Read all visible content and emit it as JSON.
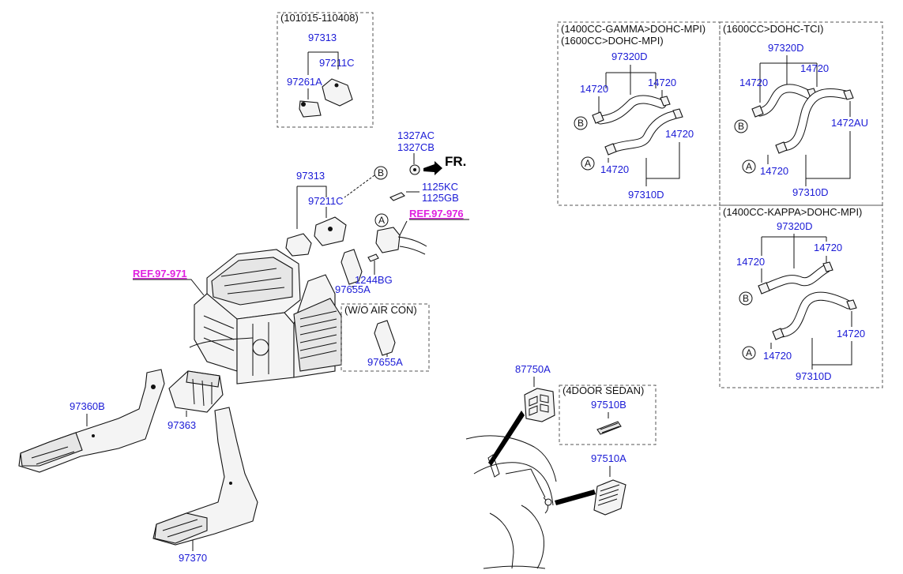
{
  "boxes": {
    "top_left_caption": "(101015-110408)",
    "gamma_caption_1": "(1400CC-GAMMA>DOHC-MPI)",
    "gamma_caption_2": "(1600CC>DOHC-MPI)",
    "tci_caption": "(1600CC>DOHC-TCI)",
    "kappa_caption": "(1400CC-KAPPA>DOHC-MPI)",
    "woac_caption": "(W/O AIR CON)",
    "sedan_caption": "(4DOOR SEDAN)"
  },
  "labels": {
    "p97313_top": "97313",
    "p97211C_top": "97211C",
    "p97261A": "97261A",
    "p1327AC": "1327AC",
    "p1327CB": "1327CB",
    "fr": "FR.",
    "p97313": "97313",
    "p97211C": "97211C",
    "p1125KC": "1125KC",
    "p1125GB": "1125GB",
    "ref976": "REF.97-976",
    "ref971": "REF.97-971",
    "p1244BG": "1244BG",
    "p97655A": "97655A",
    "p97655A_woac": "97655A",
    "p97360B": "97360B",
    "p97363": "97363",
    "p97370": "97370",
    "p87750A": "87750A",
    "p97510B": "97510B",
    "p97510A": "97510A",
    "g_97320D": "97320D",
    "g_14720_a": "14720",
    "g_14720_b": "14720",
    "g_14720_c": "14720",
    "g_14720_d": "14720",
    "g_97310D": "97310D",
    "t_97320D": "97320D",
    "t_14720_a": "14720",
    "t_14720_b": "14720",
    "t_1472AU": "1472AU",
    "t_14720_c": "14720",
    "t_97310D": "97310D",
    "k_97320D": "97320D",
    "k_14720_a": "14720",
    "k_14720_b": "14720",
    "k_14720_c": "14720",
    "k_14720_d": "14720",
    "k_97310D": "97310D"
  },
  "markers": {
    "A": "A",
    "B": "B"
  }
}
